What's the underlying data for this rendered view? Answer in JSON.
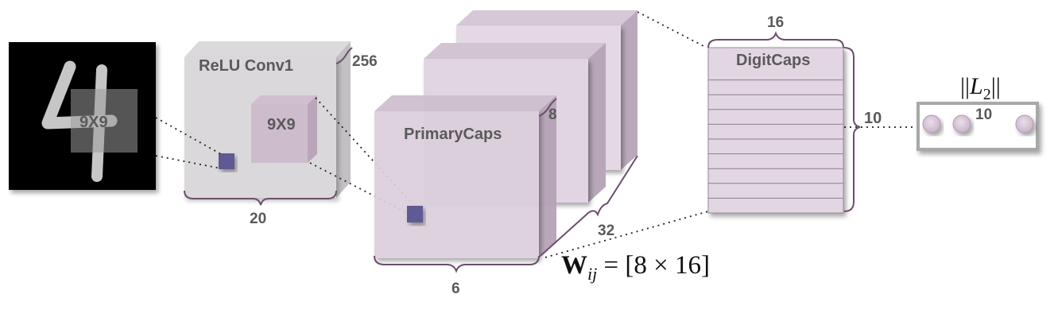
{
  "input_image": {
    "digit": "4",
    "kernel_label": "9X9"
  },
  "conv1": {
    "title": "ReLU Conv1",
    "kernel_label": "9X9",
    "depth_label": "256",
    "width_label": "20"
  },
  "primary_caps": {
    "title": "PrimaryCaps",
    "depth_label": "8",
    "stack_label": "32",
    "width_label": "6"
  },
  "weight_formula": {
    "bold": "W",
    "subscript": "ij",
    "rest": " = [8 × 16]"
  },
  "digit_caps": {
    "title": "DigitCaps",
    "width_label": "16",
    "height_label": "10",
    "rows": 10
  },
  "output": {
    "norm_label_left": "||",
    "norm_var": "L",
    "norm_sub": "2",
    "norm_label_right": "||",
    "count_label": "10",
    "size_label": "10"
  },
  "colors": {
    "layer_fill": "#e2d6e2",
    "layer_side": "#b9abba",
    "layer_top": "#d2c5d3",
    "kernel_square": "#5e5a93",
    "brace": "#6d4d6d"
  }
}
